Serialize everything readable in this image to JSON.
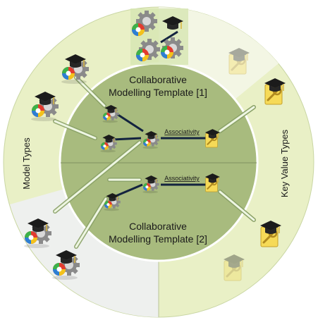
{
  "diagram": {
    "ring_left_label": "Model Types",
    "ring_right_label": "Key Value Types",
    "template_1_line1": "Collaborative",
    "template_1_line2": "Modelling Template [1]",
    "template_2_line1": "Collaborative",
    "template_2_line2": "Modelling Template [2]",
    "association_label_1": "Associativity",
    "association_label_2": "Associativity"
  },
  "colors": {
    "outer_ring": "#e9f0c6",
    "outer_ring_gray": "#eef0ee",
    "inner_disc": "#a8bb7e",
    "inner_border": "#ffffff",
    "connector": "#13233f",
    "arrow_fill": "#eef6e2",
    "arrow_stroke": "#8aa167",
    "key_doc": "#f6da57"
  },
  "icons": [
    "model-type-icon",
    "gear-icon",
    "graduation-cap-icon",
    "key-value-icon",
    "key-icon",
    "document-icon"
  ]
}
